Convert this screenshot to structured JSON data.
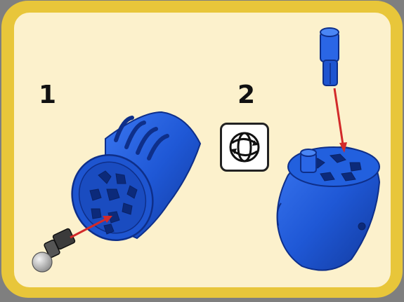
{
  "steps": [
    {
      "number": "1"
    },
    {
      "number": "2"
    }
  ],
  "icons": {
    "rotate": "rotate-model-icon",
    "arrow": "insert-direction-arrow"
  },
  "colors": {
    "frame_border": "#E8C63A",
    "panel_fill": "#FCF1CC",
    "part_blue": "#1F58D6",
    "part_blue_dark": "#0E2F8A",
    "arrow_red": "#D22A2A",
    "ball_gray": "#BDBDBD"
  }
}
